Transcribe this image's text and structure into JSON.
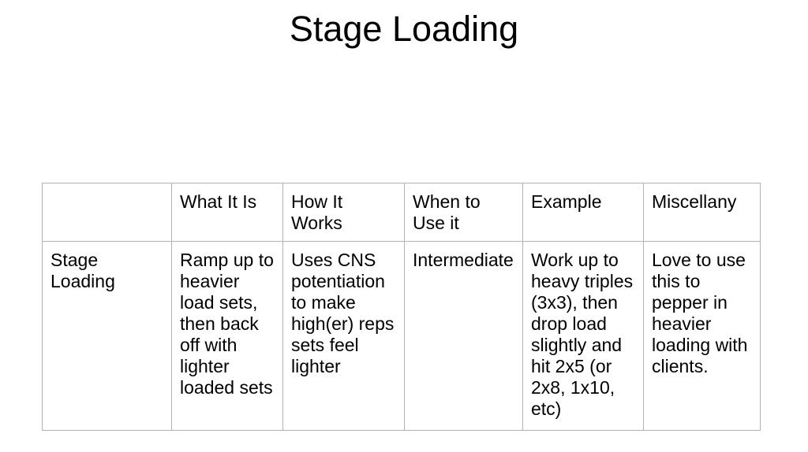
{
  "title": "Stage Loading",
  "table": {
    "headers": [
      "",
      "What It Is",
      "How It\nWorks",
      "When to\nUse it",
      "Example",
      "Miscellany"
    ],
    "rows": [
      {
        "cells": [
          "Stage\nLoading",
          "Ramp up to\nheavier\nload sets,\nthen back\noff with\nlighter\nloaded sets",
          "Uses CNS\npotentiation\nto make\nhigh(er) reps\nsets feel\nlighter",
          "Intermediate",
          "Work up to\nheavy triples\n(3x3), then\ndrop load\nslightly and\nhit 2x5 (or\n2x8, 1x10,\netc)",
          "Love to use\nthis to\npepper in\nheavier\nloading with\nclients."
        ]
      }
    ]
  },
  "colors": {
    "text": "#000000",
    "border": "#b2b2b2",
    "background": "#ffffff"
  }
}
